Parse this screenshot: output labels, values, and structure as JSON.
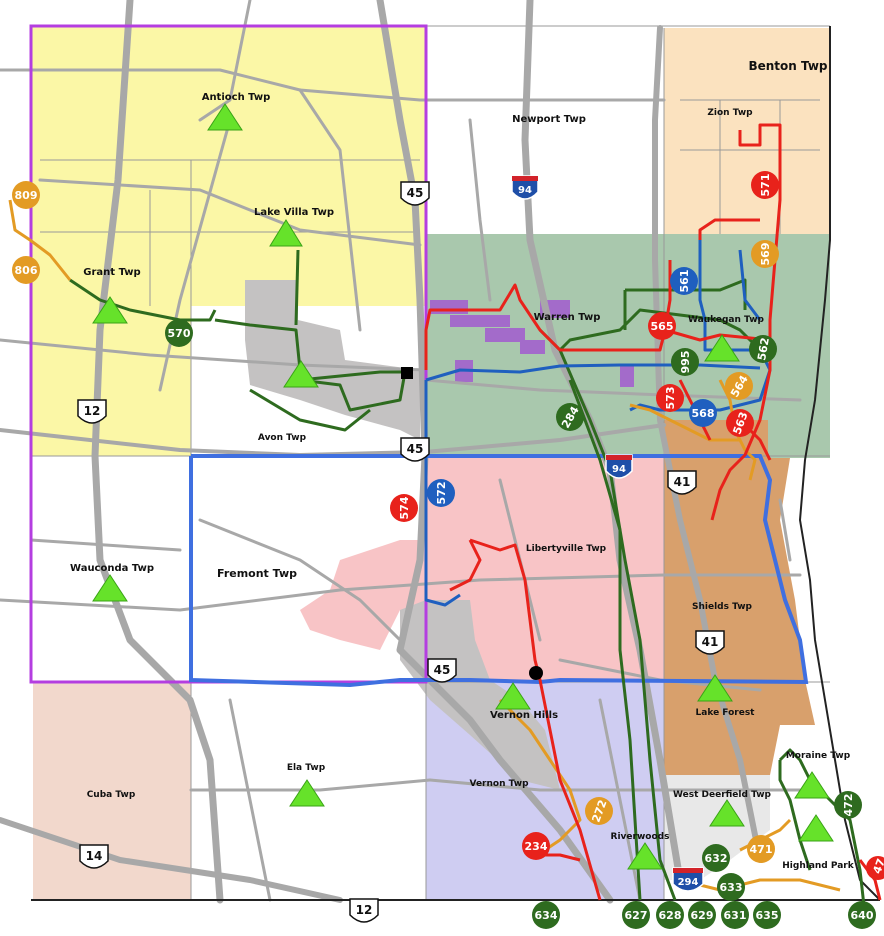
{
  "townships": {
    "antioch": "Antioch Twp",
    "newport": "Newport Twp",
    "benton": "Benton Twp",
    "zion": "Zion Twp",
    "lake_villa": "Lake Villa Twp",
    "grant": "Grant Twp",
    "warren": "Warren Twp",
    "waukegan": "Waukegan Twp",
    "avon": "Avon Twp",
    "libertyville": "Libertyville Twp",
    "wauconda": "Wauconda Twp",
    "fremont": "Fremont Twp",
    "shields": "Shields Twp",
    "vernon_hills": "Vernon Hills",
    "lake_forest": "Lake Forest",
    "moraine": "Moraine Twp",
    "ela": "Ela Twp",
    "cuba": "Cuba Twp",
    "vernon": "Vernon Twp",
    "west_deerfield": "West Deerfield Twp",
    "riverwoods": "Riverwoods",
    "highland_park": "Highland Park"
  },
  "highways": {
    "us45_north": "45",
    "us45_mid": "45",
    "us45_south": "45",
    "i94_north": "94",
    "i94_south": "94",
    "us12_west": "12",
    "us12_south": "12",
    "us41_north": "41",
    "us41_south": "41",
    "us14": "14",
    "i294": "294"
  },
  "routes": {
    "r809": "809",
    "r806": "806",
    "r570": "570",
    "r571": "571",
    "r569": "569",
    "r561": "561",
    "r565": "565",
    "r995": "995",
    "r562": "562",
    "r564": "564",
    "r573": "573",
    "r568": "568",
    "r563": "563",
    "r284": "284",
    "r574": "574",
    "r572": "572",
    "r272": "272",
    "r234": "234",
    "r471": "471",
    "r472": "472",
    "r632": "632",
    "r633": "633",
    "r634": "634",
    "r627": "627",
    "r628": "628",
    "r629": "629",
    "r631": "631",
    "r635": "635",
    "r640": "640",
    "r47x": "47"
  },
  "colors": {
    "red_route": "#e8221b",
    "blue_route": "#1f5fbf",
    "green_route": "#2e6b1f",
    "orange_route": "#e39b24",
    "triangle": "#66e22a",
    "yellow_area": "#fbf7a6",
    "tan_area": "#fbe2bf",
    "green_area": "#a9c8ad",
    "pink_area": "#f8c4c6",
    "brown_area": "#d8a06c",
    "lavender_area": "#cfcdf2",
    "salmon_area": "#f2d8cc",
    "gray_area": "#c4c2c2",
    "purple_area": "#a35bd0",
    "purple_border": "#b43ee0",
    "blue_border": "#3f6fe0"
  }
}
